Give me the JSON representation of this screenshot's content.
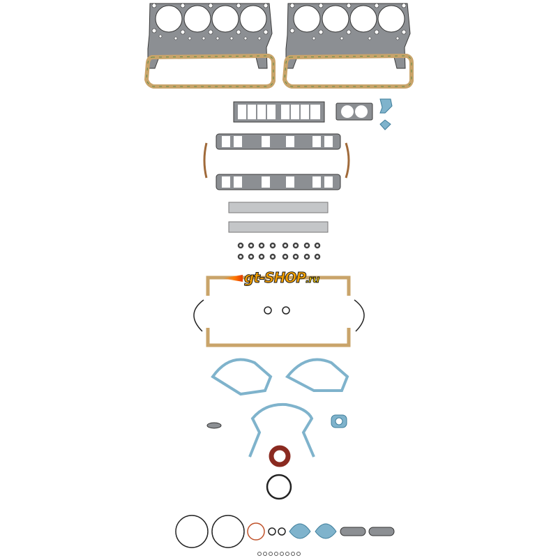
{
  "image": {
    "subject": "Full engine gasket set",
    "watermark": {
      "main": "gt-SHOP",
      "suffix": ".ru"
    },
    "colors": {
      "background": "#ffffff",
      "graphite": "#8c8f93",
      "graphite_edge": "#3a3a3a",
      "cork": "#c9a46a",
      "cork_green": "#5b8a4a",
      "blue_paper": "#7fb3cc",
      "blue_edge": "#3e7d9a",
      "light_graphite": "#c4c6c8",
      "oring_black": "#222222",
      "oring_copper": "#c0522a",
      "seal_red": "#8a2a20",
      "watermark_orange": "#f5a000"
    },
    "parts": [
      {
        "id": "head-gasket-left",
        "count": 1
      },
      {
        "id": "head-gasket-right",
        "count": 1
      },
      {
        "id": "valve-cover-gasket",
        "count": 2
      },
      {
        "id": "intake-plenum-gasket",
        "count": 1
      },
      {
        "id": "throttle-body-gasket",
        "count": 1
      },
      {
        "id": "egr-gasket",
        "count": 2
      },
      {
        "id": "intake-manifold-gasket",
        "count": 2
      },
      {
        "id": "intake-end-seal",
        "count": 2
      },
      {
        "id": "exhaust-manifold-gasket",
        "count": 2
      },
      {
        "id": "valve-stem-seal",
        "count": 16
      },
      {
        "id": "oil-pan-gasket",
        "count": 1
      },
      {
        "id": "rear-main-seal",
        "count": 2
      },
      {
        "id": "water-pump-gasket",
        "count": 2
      },
      {
        "id": "timing-cover-gasket",
        "count": 1
      },
      {
        "id": "crank-seal",
        "count": 1
      },
      {
        "id": "fuel-pump-gasket",
        "count": 1
      },
      {
        "id": "o-ring",
        "count": 4
      },
      {
        "id": "thermostat-gasket",
        "count": 2
      },
      {
        "id": "small-orings",
        "count": 8
      }
    ]
  }
}
